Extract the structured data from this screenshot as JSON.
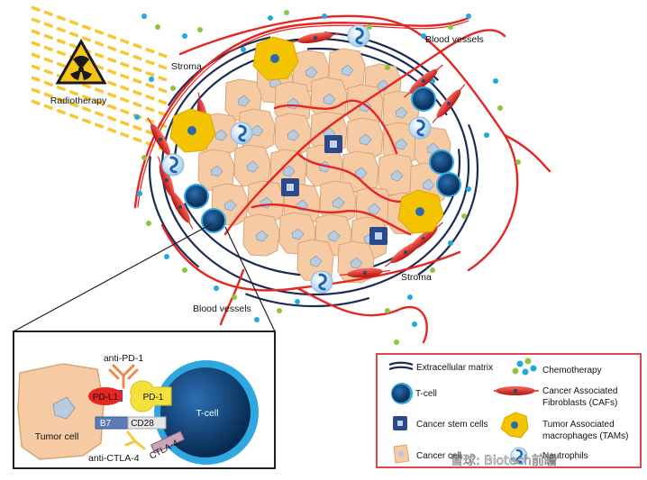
{
  "labels": {
    "radiotherapy": "Radiotherapy",
    "stroma_top": "Stroma",
    "stroma_bottom": "Stroma",
    "blood_vessels_top": "Blood vessels",
    "blood_vessels_bottom": "Blood vessels"
  },
  "inset": {
    "tumor_cell": "Tumor cell",
    "t_cell": "T-cell",
    "anti_pd1": "anti-PD-1",
    "pd_l1": "PD-L1",
    "pd_1": "PD-1",
    "b7": "B7",
    "cd28": "CD28",
    "anti_ctla4": "anti-CTLA-4",
    "ctla4": "CTLA-4"
  },
  "legend": {
    "items": [
      {
        "label": "Extracellular matrix"
      },
      {
        "label": "Chemotherapy"
      },
      {
        "label": "T-cell"
      },
      {
        "label": "Cancer Associated Fibroblasts (CAFs)"
      },
      {
        "label": "Cancer stem cells"
      },
      {
        "label": "Tumor Associated macrophages (TAMs)"
      },
      {
        "label": "Cancer cell"
      },
      {
        "label": "Neutrophils"
      }
    ]
  },
  "watermark": "雪球: Biotech前瞻",
  "colors": {
    "vessel": "#e52621",
    "matrix": "#1d2c52",
    "cancer_cell": "#f6caa2",
    "stem_cell": "#2c4a8a",
    "t_cell": "#0b3a6e",
    "caf": "#e0231f",
    "tam": "#f5c400",
    "chemo_blue": "#1fa9e1",
    "chemo_green": "#8cc63f",
    "legend_border": "#d7191c",
    "radiation": "#f7c21a"
  }
}
